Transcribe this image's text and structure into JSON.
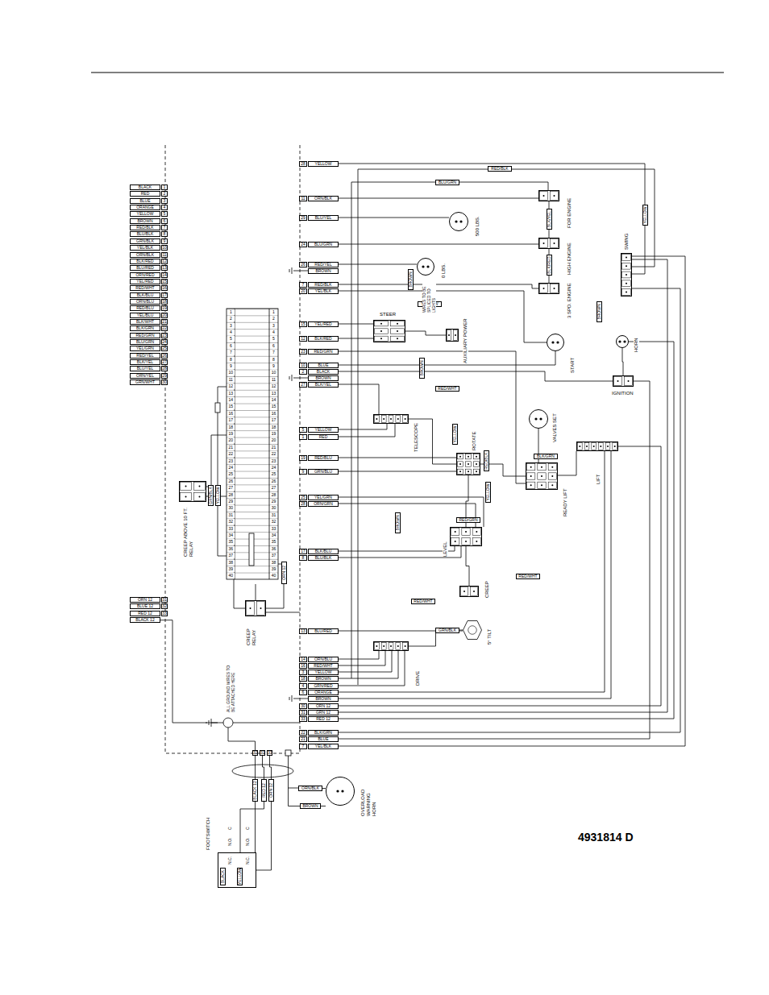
{
  "diagram": {
    "nodes": [
      {
        "text": [
          "FOR ENGINE"
        ]
      },
      {
        "text": [
          "HIGH ENGINE"
        ]
      },
      {
        "text": [
          "3 SPD. ENGINE"
        ]
      },
      {
        "text": [
          "500 LBS."
        ]
      },
      {
        "text": [
          "0 LBS."
        ]
      },
      {
        "text": [
          "STEER"
        ]
      },
      {
        "text": [
          "AUXILIARY POWER"
        ]
      },
      {
        "text": [
          "START"
        ]
      },
      {
        "text": [
          "HORN"
        ]
      },
      {
        "text": [
          "SWING"
        ]
      },
      {
        "text": [
          "IGNITION"
        ]
      },
      {
        "text": [
          "TELESCOPE"
        ]
      },
      {
        "text": [
          "VALVES SET"
        ]
      },
      {
        "text": [
          "ROTATE"
        ]
      },
      {
        "text": [
          "READY LIFT"
        ]
      },
      {
        "text": [
          "LIFT"
        ]
      },
      {
        "text": [
          "LEVEL"
        ]
      },
      {
        "text": [
          "CREEP"
        ]
      },
      {
        "text": [
          "DRIVE"
        ]
      },
      {
        "text": [
          "5° TILT"
        ]
      },
      {
        "text": [
          "CREEP ABOVE 10 FT. RELAY"
        ]
      },
      {
        "text": [
          "CREEP RELAY"
        ]
      },
      {
        "text": [
          "FOOTSWITCH"
        ]
      },
      {
        "text": [
          "OVERLOAD WARNING HORN"
        ]
      }
    ],
    "edges": [
      {
        "from": 5,
        "to": 6,
        "arrow": "none"
      },
      {
        "from": 0,
        "to": 1,
        "arrow": "none"
      },
      {
        "from": 1,
        "to": 2,
        "arrow": "none"
      },
      {
        "from": 11,
        "to": 13,
        "arrow": "none"
      },
      {
        "from": 13,
        "to": 14,
        "arrow": "none"
      },
      {
        "from": 16,
        "to": 13,
        "arrow": "none"
      },
      {
        "from": 17,
        "to": 16,
        "arrow": "none"
      },
      {
        "from": 18,
        "to": 19,
        "arrow": "none"
      },
      {
        "from": 8,
        "to": 10,
        "arrow": "none"
      }
    ],
    "labels": [
      "BLACK",
      "1",
      "RED",
      "2",
      "BLUE",
      "3",
      "ORANGE",
      "4",
      "YELLOW",
      "5",
      "BROWN",
      "6",
      "RED/BLK",
      "7",
      "BLU/BLK",
      "8",
      "GRN/BLK",
      "9",
      "YEL/BLK",
      "10",
      "ORN/BLK",
      "11",
      "BLK/RED",
      "12",
      "BLU/RED",
      "13",
      "ORN/RED",
      "14",
      "YEL/RED",
      "15",
      "RED/WHT",
      "16",
      "BLK/BLU",
      "17",
      "ORN/BLU",
      "18",
      "RED/BLU",
      "19",
      "YEL/BLU",
      "20",
      "BLK/WHT",
      "21",
      "BLK/GRN",
      "22",
      "RED/GRN",
      "23",
      "BLU/GRN",
      "24",
      "YEL/GRN",
      "25",
      "RED/YEL",
      "26",
      "BLK/YEL",
      "27",
      "BLU/YEL",
      "28",
      "ORN/YEL",
      "29",
      "GRN/WHT",
      "30",
      "ORN 12",
      "31",
      "BLUE 12",
      "32",
      "RED 12",
      "33",
      "BLACK 12",
      "1",
      "1",
      "2",
      "2",
      "3",
      "3",
      "4",
      "4",
      "5",
      "5",
      "6",
      "6",
      "7",
      "7",
      "8",
      "8",
      "9",
      "9",
      "10",
      "10",
      "11",
      "11",
      "12",
      "12",
      "13",
      "13",
      "14",
      "14",
      "15",
      "15",
      "16",
      "16",
      "17",
      "17",
      "18",
      "18",
      "19",
      "19",
      "20",
      "20",
      "21",
      "21",
      "22",
      "22",
      "23",
      "23",
      "24",
      "24",
      "25",
      "25",
      "26",
      "26",
      "27",
      "27",
      "28",
      "28",
      "29",
      "29",
      "30",
      "30",
      "31",
      "31",
      "32",
      "32",
      "33",
      "33",
      "34",
      "34",
      "35",
      "35",
      "36",
      "36",
      "37",
      "37",
      "38",
      "38",
      "39",
      "39",
      "40",
      "40",
      "28",
      "YELLOW",
      "11",
      "ORN/BLK",
      "29",
      "BLU/YEL",
      "24",
      "BLU/GRN",
      "26",
      "RED/YEL",
      "BROWN",
      "7",
      "RED/BLK",
      "20",
      "YEL/BLK",
      "15",
      "YEL/RED",
      "12",
      "BLK/RED",
      "23",
      "RED/GRN",
      "10",
      "BLUE",
      "2",
      "BLACK",
      "BROWN",
      "27",
      "BLK/YEL",
      "5",
      "YELLOW",
      "1",
      "RED",
      "19",
      "RED/BLU",
      "9",
      "GRN/BLU",
      "25",
      "YEL/GRN",
      "28",
      "ORN/GRN",
      "17",
      "BLK/BLU",
      "8",
      "BLU/BLK",
      "13",
      "BLU/RED",
      "14",
      "ORN/BLU",
      "16",
      "RED/WHT",
      "3",
      "YELLOW",
      "18",
      "BROWN",
      "4",
      "GRN/RED",
      "6",
      "ORANGE",
      "BROWN",
      "30",
      "ORN 12",
      "31",
      "GRN 12",
      "33",
      "RED 12",
      "22",
      "BLK/GRN",
      "21",
      "BLUE",
      "7",
      "YEL/BLK",
      "RED/BLK",
      "BLU/GRN",
      "YELLOW",
      "BROWN",
      "BLK/YEL",
      "BLK/RED",
      "YELLOW",
      "BROWN",
      "BROWN",
      "RED/WHT",
      "YELLOW",
      "RED/BLK",
      "YELLOW",
      "BLK/GRN",
      "RED/GRN",
      "BROWN",
      "RED/WHT",
      "RED/WHT",
      "GRN/BLK",
      "ORN 12",
      "GRN/BLK",
      "YELLOW",
      "WIRES TO BE SPLICED TO LIGHTS",
      "ALL GROUND WIRES TO BE ATTACHED HERE",
      "N.O.",
      "C",
      "N.O.",
      "C",
      "BLACK",
      "YELLOW",
      "N.C.",
      "N.C.",
      "BLACK 12",
      "RED 12",
      "ORN 12",
      "32",
      "31",
      "33",
      "ORN/BLK",
      "BROWN",
      "4931814 D"
    ]
  }
}
